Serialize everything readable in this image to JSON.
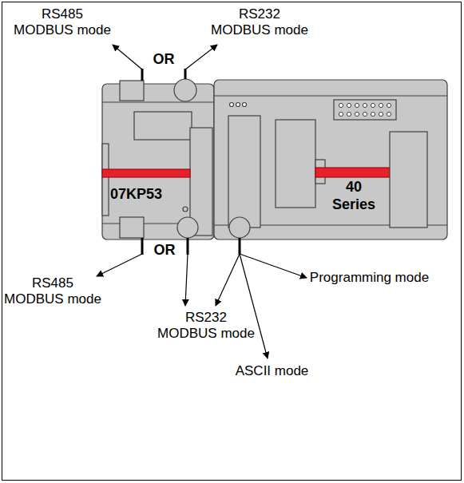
{
  "diagram": {
    "nodes": [
      {
        "text": [
          "07KP53"
        ]
      },
      {
        "text": [
          "40 Series"
        ]
      }
    ],
    "labels": [
      "RS485 MODBUS mode",
      "RS232 MODBUS mode",
      "OR",
      "OR",
      "RS485 MODBUS mode",
      "RS232 MODBUS mode",
      "Programming mode",
      "ASCII mode"
    ]
  }
}
